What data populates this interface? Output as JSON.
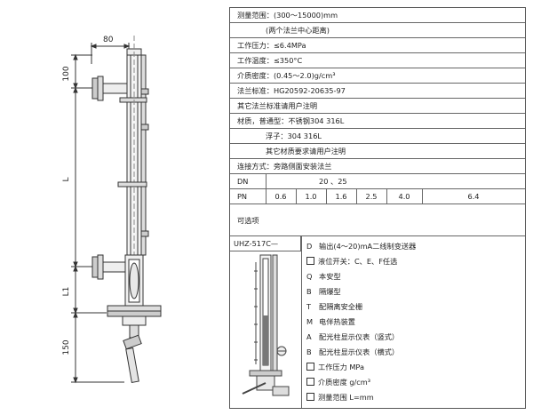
{
  "drawing": {
    "dim_top": "80",
    "dim_100": "100",
    "dim_L": "L",
    "dim_L1": "L1",
    "dim_150": "150"
  },
  "spec": {
    "range_label": "测量范围：(300～15000)mm",
    "range_note": "(两个法兰中心距离)",
    "pressure": "工作压力：≤6.4MPa",
    "temperature": "工作温度：≤350°C",
    "density": "介质密度：(0.45～2.0)g/cm³",
    "flange": "法兰标准：HG20592-20635-97",
    "flange_other": "其它法兰标准请用户注明",
    "material": "材质，普通型：不锈钢304    316L",
    "float": "浮子：304    316L",
    "material_other": "其它材质要求请用户注明",
    "connection": "连接方式：旁路侧面安装法兰",
    "dn_label": "DN",
    "dn_value": "20 、25",
    "pn_label": "PN",
    "pn_values": [
      "0.6",
      "1.0",
      "1.6",
      "2.5",
      "4.0",
      "6.4"
    ]
  },
  "options": {
    "title": "可选项",
    "model": "UHZ-517C—",
    "items": [
      {
        "code": "D",
        "box": false,
        "text": "输出(4～20)mA二线制变送器"
      },
      {
        "code": "",
        "box": true,
        "text": "液位开关：C、E、F任选"
      },
      {
        "code": "Q",
        "box": false,
        "text": "本安型"
      },
      {
        "code": "B",
        "box": false,
        "text": "隔爆型"
      },
      {
        "code": "T",
        "box": false,
        "text": "配隔离安全栅"
      },
      {
        "code": "M",
        "box": false,
        "text": "电伴热装置"
      },
      {
        "code": "A",
        "box": false,
        "text": "配光柱显示仪表（竖式）"
      },
      {
        "code": "B",
        "box": false,
        "text": "配光柱显示仪表（横式）"
      },
      {
        "code": "",
        "box": true,
        "text": "工作压力    MPa"
      },
      {
        "code": "",
        "box": true,
        "text": "介质密度    g/cm³"
      },
      {
        "code": "",
        "box": true,
        "text": "测量范围    L=mm"
      }
    ]
  }
}
